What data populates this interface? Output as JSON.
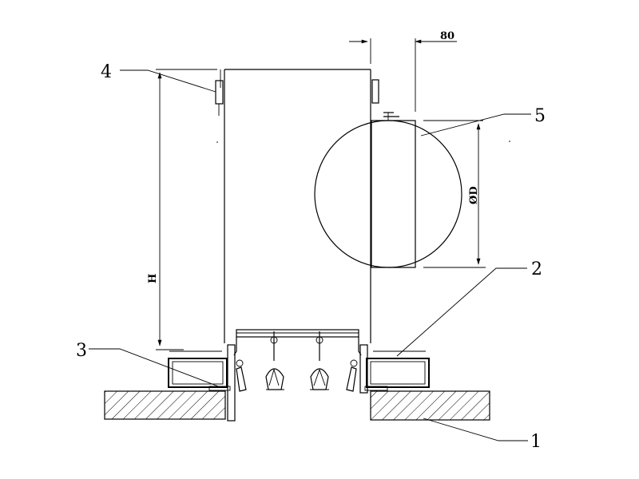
{
  "callouts": {
    "label_1": "1",
    "label_2": "2",
    "label_3": "3",
    "label_4": "4",
    "label_5": "5"
  },
  "dimensions": {
    "offset_80": "80",
    "height_H": "H",
    "diameter_D": "ØD"
  }
}
